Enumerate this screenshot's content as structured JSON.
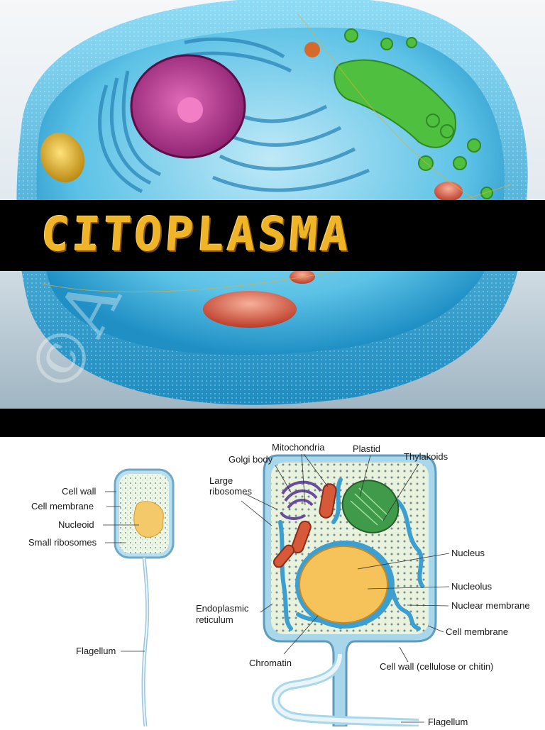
{
  "title": "CITOPLASMA",
  "watermark": "©A",
  "colors": {
    "title": "#f0b429",
    "band": "#000000",
    "cytoplasm": "#7fd0ec",
    "nucleus": "#f6c25a"
  },
  "prokaryote_labels": {
    "cell_wall": "Cell wall",
    "cell_membrane": "Cell membrane",
    "nucleoid": "Nucleoid",
    "small_ribosomes": "Small ribosomes",
    "flagellum": "Flagellum"
  },
  "eukaryote_labels": {
    "mitochondria": "Mitochondria",
    "plastid": "Plastid",
    "golgi_body": "Golgi body",
    "thylakoids": "Thylakoids",
    "large_ribosomes_1": "Large",
    "large_ribosomes_2": "ribosomes",
    "nucleus": "Nucleus",
    "nucleolus": "Nucleolus",
    "nuclear_membrane": "Nuclear membrane",
    "endoplasmic_1": "Endoplasmic",
    "endoplasmic_2": "reticulum",
    "cell_membrane": "Cell membrane",
    "chromatin": "Chromatin",
    "cell_wall": "Cell wall (cellulose or chitin)",
    "flagellum": "Flagellum"
  }
}
